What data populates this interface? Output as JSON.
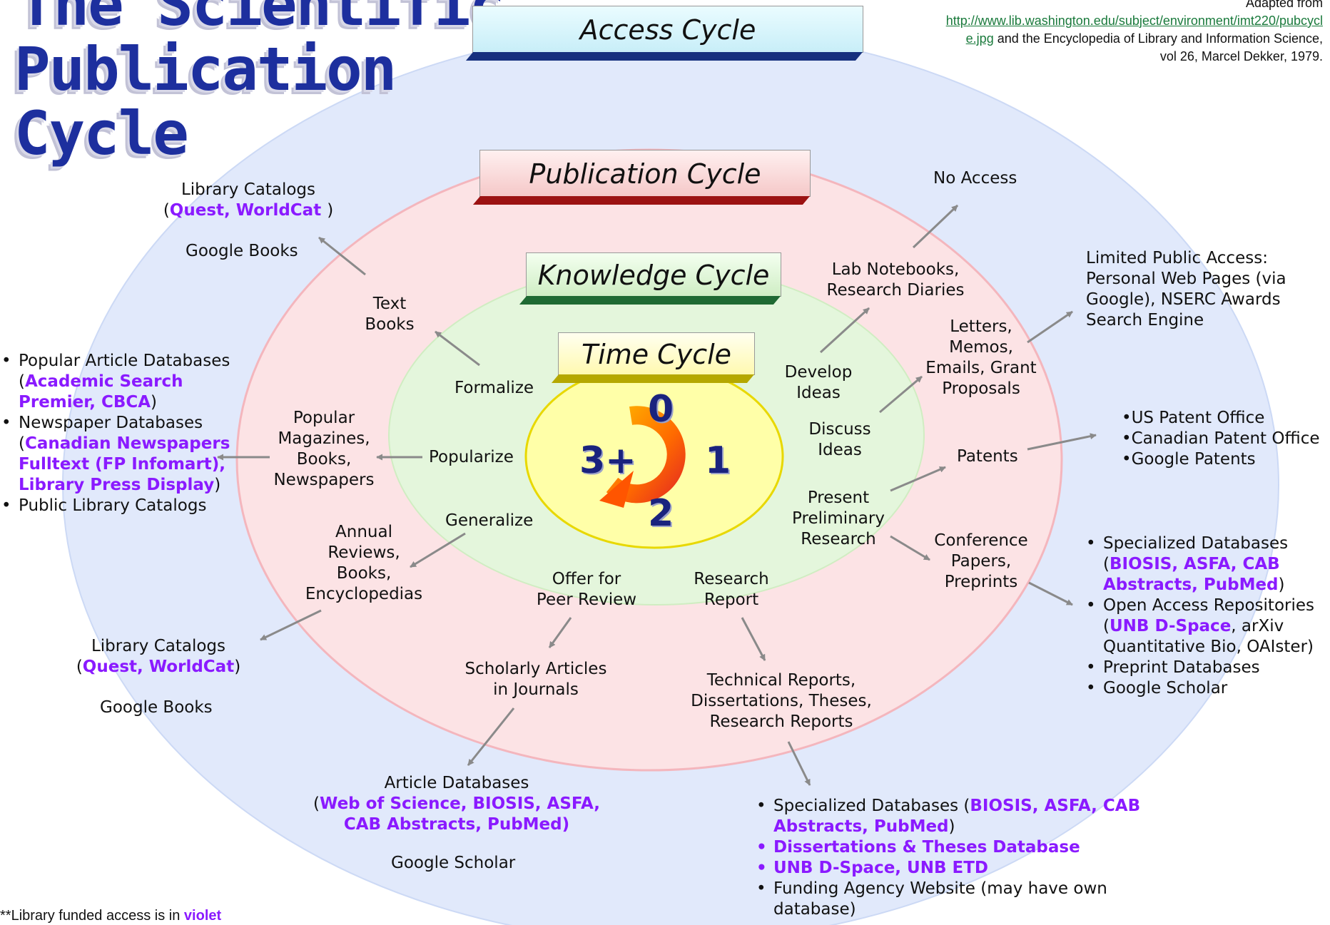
{
  "title": {
    "line1": "The Scientific",
    "line2": "Publication",
    "line3": "Cycle"
  },
  "reference": {
    "prefix": "Adapted from",
    "url_part1": "http://www.lib.washington.edu/subject/environment/imt220/pubcycl",
    "url_part2": "e.jpg",
    "rest_part1": " and the Encyclopedia of Library and Information Science,",
    "rest_part2": "vol 26, Marcel Dekker, 1979."
  },
  "cycles": {
    "access": "Access Cycle",
    "publication": "Publication Cycle",
    "knowledge": "Knowledge Cycle",
    "time": "Time Cycle"
  },
  "time_numbers": {
    "n0": "0",
    "n1": "1",
    "n2": "2",
    "n3": "3+"
  },
  "stages": {
    "formalize": "Formalize",
    "popularize": "Popularize",
    "generalize": "Generalize",
    "develop_ideas": [
      "Develop",
      "Ideas"
    ],
    "discuss_ideas": [
      "Discuss",
      "Ideas"
    ],
    "present_research": [
      "Present",
      "Preliminary",
      "Research"
    ],
    "offer_peer_review": [
      "Offer for",
      "Peer Review"
    ],
    "research_report": [
      "Research",
      "Report"
    ]
  },
  "publications": {
    "text_books": [
      "Text",
      "Books"
    ],
    "popular_magazines": [
      "Popular",
      "Magazines,",
      "Books,",
      "Newspapers"
    ],
    "annual_reviews": [
      "Annual",
      "Reviews,",
      "Books,",
      "Encyclopedias"
    ],
    "lab_notebooks": [
      "Lab Notebooks,",
      "Research Diaries"
    ],
    "letters": [
      "Letters,",
      "Memos,",
      "Emails, Grant",
      "Proposals"
    ],
    "patents": "Patents",
    "conference_papers": [
      "Conference",
      "Papers,",
      "Preprints"
    ],
    "scholarly_articles": [
      "Scholarly Articles",
      "in Journals"
    ],
    "technical_reports": [
      "Technical Reports,",
      "Dissertations, Theses,",
      "Research Reports"
    ]
  },
  "access": {
    "library_catalogs_top": {
      "line1": "Library Catalogs",
      "open": "(",
      "violet": "Quest, WorldCat ",
      "close": ")",
      "google": "Google Books"
    },
    "no_access": "No Access",
    "limited_public": [
      "Limited Public Access:",
      " Personal Web Pages (via",
      "Google), NSERC Awards",
      "Search Engine"
    ],
    "patent_offices": [
      "•US Patent Office",
      "•Canadian Patent Office",
      "•Google Patents"
    ],
    "popular_dbs": {
      "i1_text": "Popular Article Databases (",
      "i1_violet": "Academic Search Premier, CBCA",
      "i1_close": ")",
      "i2_text": "Newspaper Databases (",
      "i2_violet": "Canadian Newspapers Fulltext (FP Infomart), Library Press Display",
      "i2_close": ")",
      "i3_text": "Public Library Catalogs"
    },
    "library_catalogs_bottom": {
      "line1": "Library Catalogs",
      "open": "(",
      "violet": "Quest, WorldCat",
      "close": ")",
      "google": "Google Books"
    },
    "article_dbs": {
      "line1": "Article Databases",
      "open": "(",
      "violet_line1": "Web of Science, BIOSIS, ASFA,",
      "violet_line2": "CAB Abstracts, PubMed)",
      "google": "Google Scholar"
    },
    "specialized_right": {
      "i1_text": "Specialized Databases (",
      "i1_violet": "BIOSIS, ASFA, CAB Abstracts, PubMed",
      "i1_close": ")",
      "i2_text": "Open Access Repositories (",
      "i2_violet": "UNB D-Space",
      "i2_rest": ", arXiv Quantitative  Bio, OAIster)",
      "i3_text": "Preprint Databases",
      "i4_text": "Google Scholar"
    },
    "specialized_bottom": {
      "i1_text": "Specialized Databases (",
      "i1_violet": "BIOSIS, ASFA, CAB Abstracts, PubMed",
      "i1_close": ")",
      "i2_violet": "Dissertations & Theses Database",
      "i3_violet": "UNB D-Space, UNB ETD",
      "i4_text": "Funding Agency Website (may have own database)"
    }
  },
  "footnote": {
    "text": "**Library funded access is in ",
    "violet": "violet"
  },
  "colors": {
    "access_fill": "#e1e9fb",
    "publication_fill": "#fce3e5",
    "knowledge_fill": "#e4f6dc",
    "time_fill": "#ffffa8",
    "violet": "#8a1aff",
    "title_blue": "#1d2f9e",
    "arrow_orange": "#ff6a00"
  }
}
